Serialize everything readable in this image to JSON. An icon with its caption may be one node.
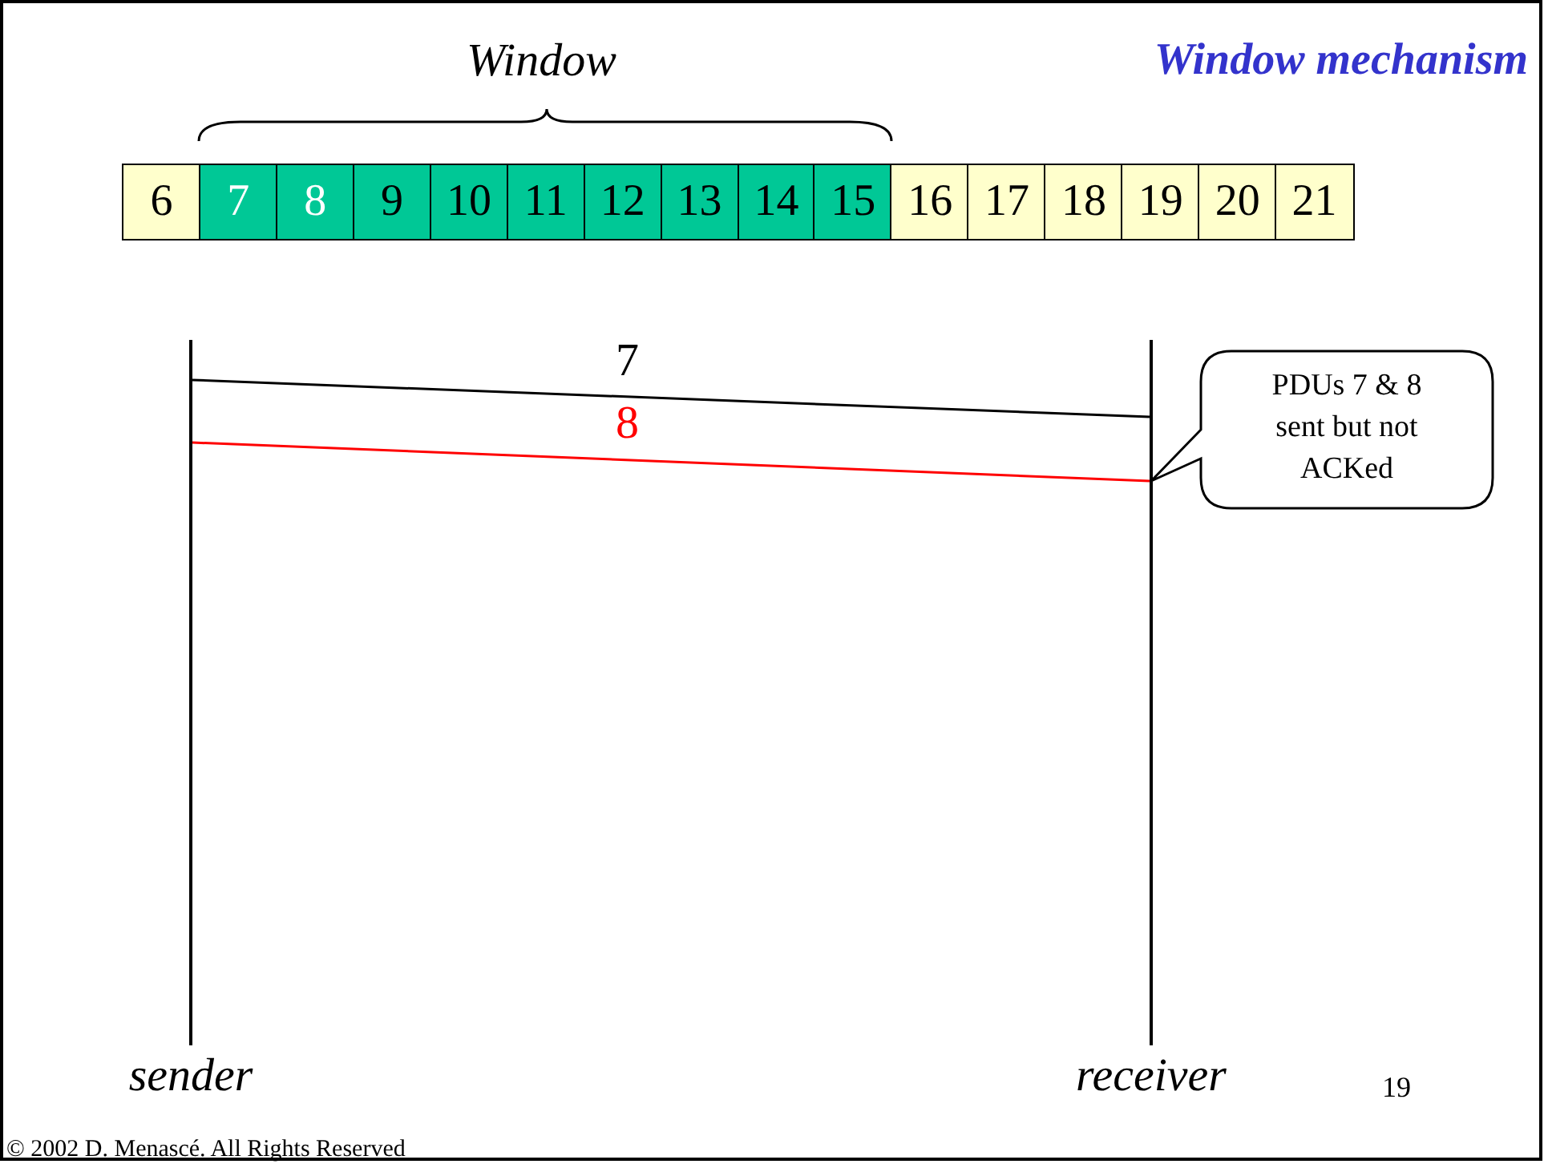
{
  "diagram": {
    "title": "Window mechanism",
    "nodes": [
      {
        "text": [
          "6"
        ]
      },
      {
        "text": [
          "7"
        ]
      },
      {
        "text": [
          "8"
        ]
      },
      {
        "text": [
          "9"
        ]
      },
      {
        "text": [
          "10"
        ]
      },
      {
        "text": [
          "11"
        ]
      },
      {
        "text": [
          "12"
        ]
      },
      {
        "text": [
          "13"
        ]
      },
      {
        "text": [
          "14"
        ]
      },
      {
        "text": [
          "15"
        ]
      },
      {
        "text": [
          "16"
        ]
      },
      {
        "text": [
          "17"
        ]
      },
      {
        "text": [
          "18"
        ]
      },
      {
        "text": [
          "19"
        ]
      },
      {
        "text": [
          "20"
        ]
      },
      {
        "text": [
          "21"
        ]
      },
      {
        "text": [],
        "shape": "bar",
        "beside": [
          "sender"
        ]
      },
      {
        "text": [],
        "shape": "bar",
        "beside": [
          "receiver"
        ]
      },
      {
        "text": [
          "PDUs 7 & 8 sent but not ACKed"
        ]
      }
    ],
    "edges": [
      {
        "from": 16,
        "to": 17,
        "arrow": "none",
        "label": "7"
      },
      {
        "from": 16,
        "to": 17,
        "arrow": "none",
        "label": "8",
        "color": "#ff0000"
      }
    ],
    "labels": [
      "Window",
      "19",
      "© 2002 D. Menascé. All Rights Reserved"
    ]
  }
}
